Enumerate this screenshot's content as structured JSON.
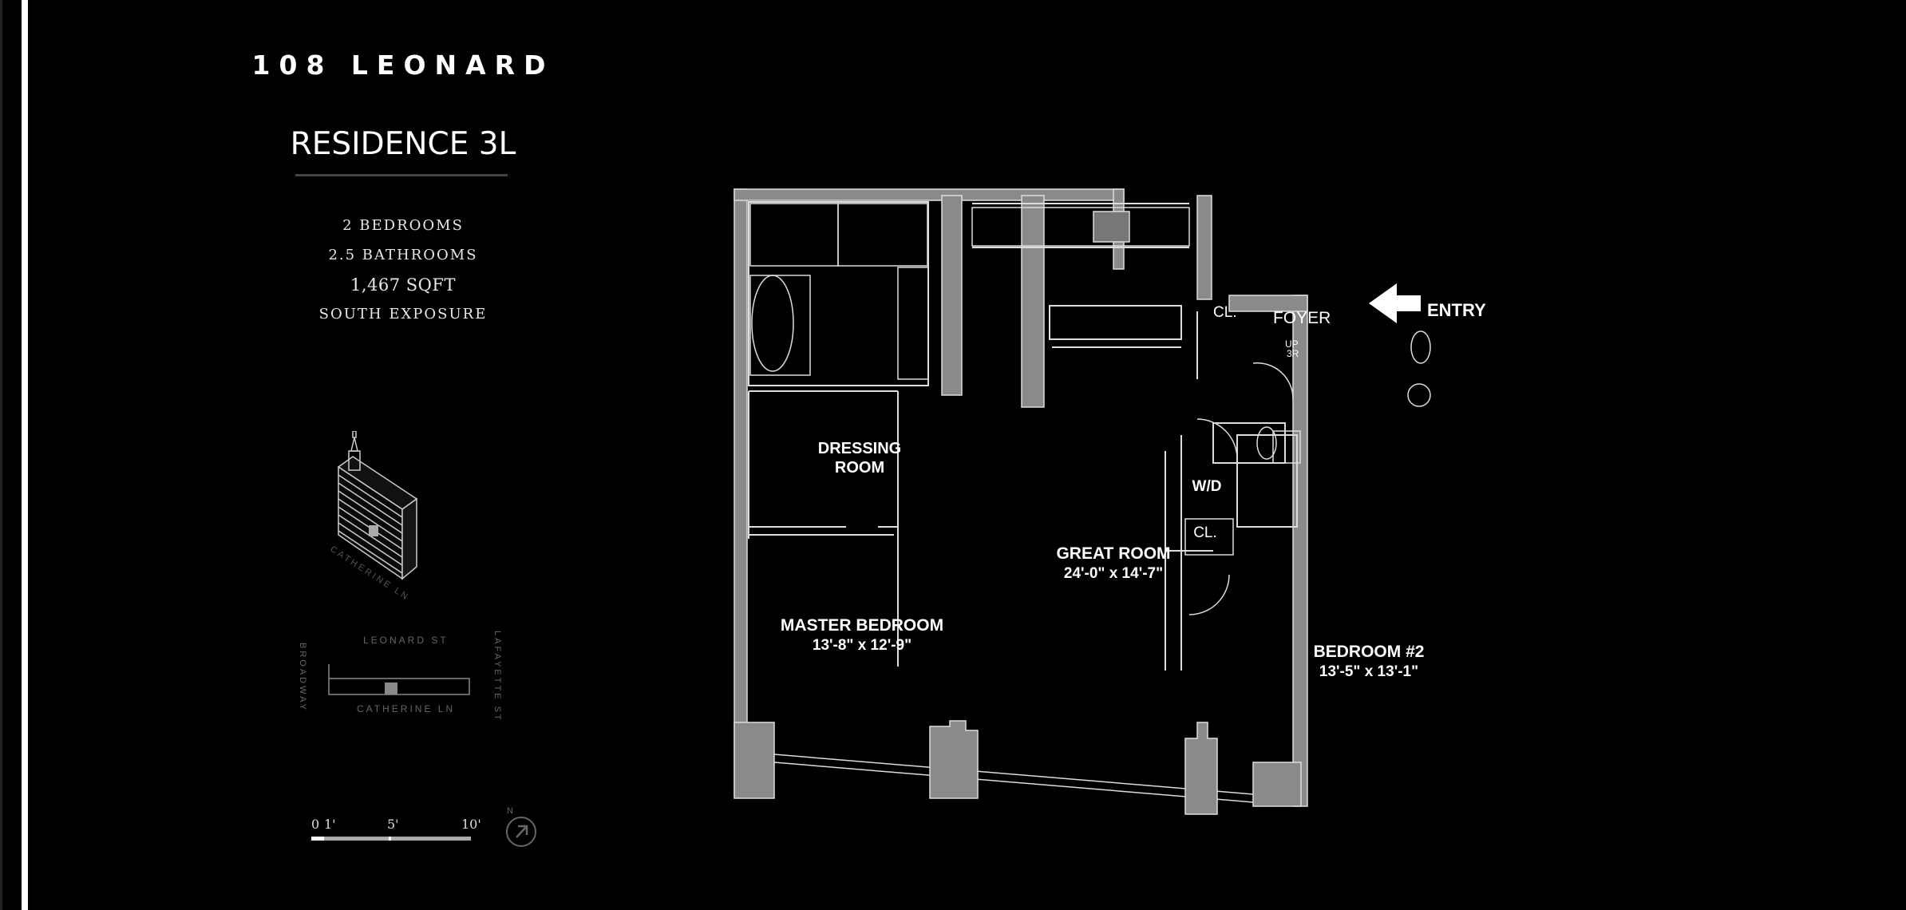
{
  "header": {
    "brand": "108 LEONARD",
    "residence": "RESIDENCE 3L"
  },
  "specs": {
    "bedrooms": "2 BEDROOMS",
    "bathrooms": "2.5 BATHROOMS",
    "sqft": "1,467 SQFT",
    "exposure": "SOUTH EXPOSURE"
  },
  "iso": {
    "street": "CATHERINE LN"
  },
  "site": {
    "north_street": "LEONARD ST",
    "south_street": "CATHERINE LN",
    "west_street": "BROADWAY",
    "east_street": "LAFAYETTE ST"
  },
  "scale": {
    "ticks": [
      "0",
      "1'",
      "5'",
      "10'"
    ],
    "north": "N"
  },
  "rooms": {
    "entry": "ENTRY",
    "foyer": "FOYER",
    "cl_foyer": "CL.",
    "up": "UP",
    "up_steps": "3R",
    "dressing_1": "DRESSING",
    "dressing_2": "ROOM",
    "great_room": "GREAT ROOM",
    "great_room_dims": "24'-0\" x 14'-7\"",
    "master": "MASTER BEDROOM",
    "master_dims": "13'-8\" x 12'-9\"",
    "bedroom2": "BEDROOM #2",
    "bedroom2_dims": "13'-5\" x 13'-1\"",
    "wd": "W/D",
    "cl_hall": "CL."
  },
  "colors": {
    "background": "#000000",
    "wall": "#8a8a8a",
    "text": "#ffffff"
  }
}
